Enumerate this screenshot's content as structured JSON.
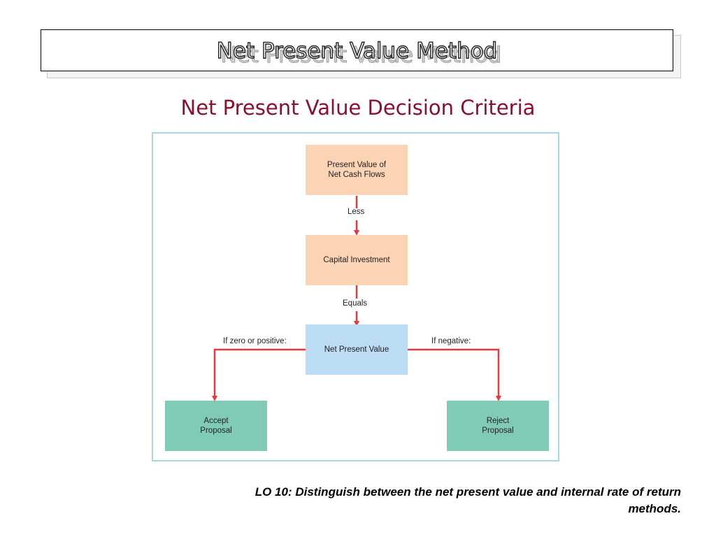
{
  "slide": {
    "title": "Net Present Value Method",
    "subtitle": "Net Present Value Decision Criteria",
    "footer": "LO 10:  Distinguish between the net present value and internal rate of return methods."
  },
  "diagram": {
    "nodes": {
      "pv": {
        "label": "Present Value of\nNet Cash Flows",
        "color": "#fbd3b5"
      },
      "investment": {
        "label": "Capital Investment",
        "color": "#fbd3b5"
      },
      "npv": {
        "label": "Net Present Value",
        "color": "#bcdcf3"
      },
      "accept": {
        "label": "Accept\nProposal",
        "color": "#80cbb5"
      },
      "reject": {
        "label": "Reject\nProposal",
        "color": "#80cbb5"
      }
    },
    "edges": {
      "less": "Less",
      "equals": "Equals",
      "positive": "If zero or positive:",
      "negative": "If negative:"
    },
    "arrow_color": "#e8383b"
  }
}
